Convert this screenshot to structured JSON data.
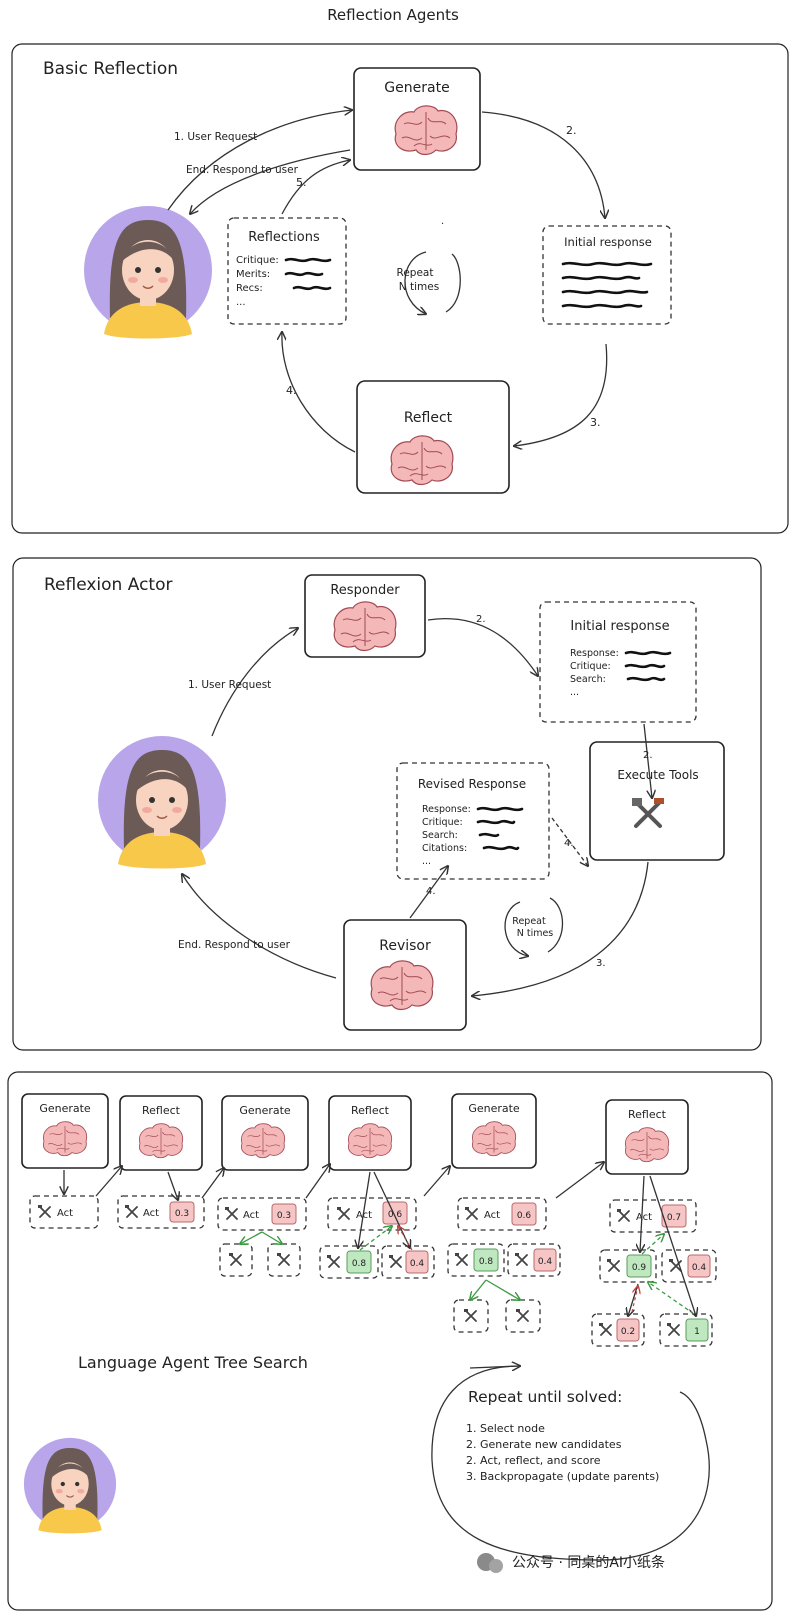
{
  "title": "Reflection Agents",
  "panel1": {
    "title": "Basic Reflection",
    "generate": "Generate",
    "reflect": "Reflect",
    "initial_response": "Initial response",
    "reflections": {
      "title": "Reflections",
      "rows": [
        "Critique:",
        "Merits:",
        "Recs:",
        "..."
      ]
    },
    "repeat": [
      "Repeat",
      "N times"
    ],
    "edges": {
      "user_request": "1. User Request",
      "end": "End. Respond to user",
      "step2": "2.",
      "step3": "3.",
      "step4": "4.",
      "step5": "5."
    }
  },
  "panel2": {
    "title": "Reflexion Actor",
    "responder": "Responder",
    "revisor": "Revisor",
    "execute_tools": "Execute Tools",
    "initial_response": {
      "title": "Initial response",
      "rows": [
        "Response:",
        "Critique:",
        "Search:",
        "..."
      ]
    },
    "revised_response": {
      "title": "Revised Response",
      "rows": [
        "Response:",
        "Critique:",
        "Search:",
        "Citations:",
        "..."
      ]
    },
    "repeat": [
      "Repeat",
      "N times"
    ],
    "edges": {
      "user_request": "1. User Request",
      "end": "End. Respond to user",
      "step2a": "2.",
      "step2b": "2.",
      "step3": "3.",
      "step4a": "4.",
      "step4b": "4."
    }
  },
  "panel3": {
    "title": "Language Agent Tree Search",
    "stages": [
      "Generate",
      "Reflect",
      "Generate",
      "Reflect",
      "Generate",
      "Reflect"
    ],
    "act": "Act",
    "scores": {
      "s03a": "0.3",
      "s03b": "0.3",
      "s06a": "0.6",
      "s08a": "0.8",
      "s04a": "0.4",
      "s06b": "0.6",
      "s08b": "0.8",
      "s04b": "0.4",
      "s07": "0.7",
      "s09": "0.9",
      "s04c": "0.4",
      "s02": "0.2",
      "s1": "1"
    },
    "repeat_title": "Repeat until solved:",
    "steps": [
      "1. Select node",
      "2. Generate new candidates",
      "2. Act, reflect, and score",
      "3. Backpropagate (update parents)"
    ]
  },
  "watermark": "公众号 · 同桌的AI小纸条",
  "colors": {
    "brain": "#f4b8b8",
    "avatar_bg": "#b9a6ea",
    "hair": "#6b5a55",
    "shirt": "#f8c84a",
    "green_score": "#bfe8c0",
    "red_score": "#f6c5c5"
  }
}
